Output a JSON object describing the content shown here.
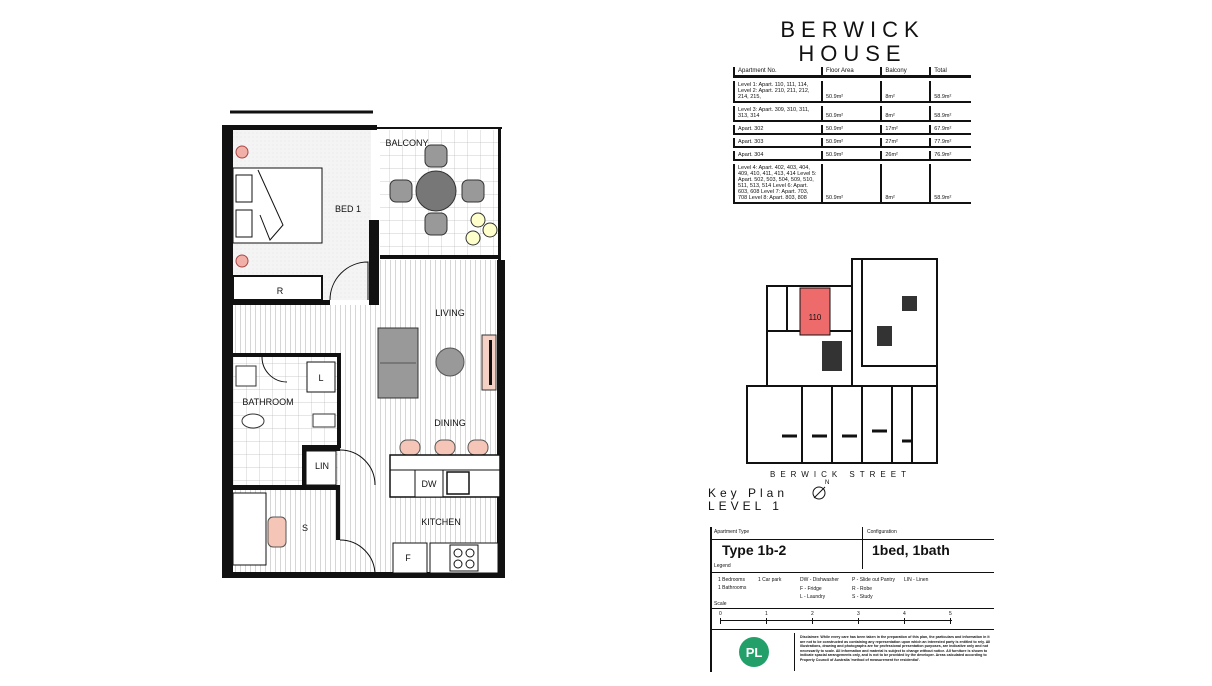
{
  "title": {
    "line1": "BERWICK",
    "line2": "HOUSE"
  },
  "area_table": {
    "headers": [
      "Apartment No.",
      "Floor Area",
      "Balcony",
      "Total"
    ],
    "rows": [
      {
        "apartments": "Level 1: Apart. 110, 111, 114, Level 2: Apart. 210, 211, 212, 214, 215,",
        "floor_area": "50.9m²",
        "balcony": "8m²",
        "total": "58.9m²"
      },
      {
        "apartments": "Level 3: Apart. 309, 310, 311, 313, 314",
        "floor_area": "50.9m²",
        "balcony": "8m²",
        "total": "58.9m²"
      },
      {
        "apartments": "Apart. 302",
        "floor_area": "50.9m²",
        "balcony": "17m²",
        "total": "67.9m²"
      },
      {
        "apartments": "Apart. 303",
        "floor_area": "50.9m²",
        "balcony": "27m²",
        "total": "77.9m²"
      },
      {
        "apartments": "Apart. 304",
        "floor_area": "50.9m²",
        "balcony": "26m²",
        "total": "76.9m²"
      },
      {
        "apartments": "Level 4: Apart. 402, 403, 404, 409, 410, 411, 413, 414 Level 5: Apart. 502, 503, 504, 509, 510, 511, 513, 514 Level 6: Apart. 603, 608 Level 7: Apart. 703, 708 Level 8: Apart. 803, 808",
        "floor_area": "50.9m²",
        "balcony": "8m²",
        "total": "58.9m²"
      }
    ]
  },
  "rooms": {
    "bed": "BED 1",
    "balcony": "BALCONY",
    "robe": "R",
    "living": "LIVING",
    "bathroom": "BATHROOM",
    "laundry": "L",
    "dining": "DINING",
    "linen": "LIN",
    "dishwasher": "DW",
    "study": "S",
    "kitchen": "KITCHEN",
    "fridge": "F"
  },
  "key_plan": {
    "unit": "110",
    "street": "BERWICK STREET",
    "label1": "Key Plan",
    "label2": "LEVEL 1",
    "north": "N",
    "highlight_color": "#ee6b6b"
  },
  "info": {
    "type_label": "Apartment Type",
    "type_value": "Type 1b-2",
    "config_label": "Configuration",
    "config_value": "1bed, 1bath",
    "legend_label": "Legend",
    "legend": [
      "1 Bedrooms",
      "1 Car park",
      "DW - Dishwasher",
      "P - Slide out Pantry",
      "LIN - Linen",
      "1 Bathrooms",
      "F - Fridge",
      "R - Robe",
      "L - Laundry",
      "S - Study"
    ],
    "scale_label": "Scale",
    "scale_ticks": [
      "0",
      "1",
      "2",
      "3",
      "4",
      "5"
    ],
    "logo": "PL",
    "disclaimer": "Disclaimer: While every care has been taken in the preparation of this plan, the particulars and information in it are not to be constructed as containing any representation upon which an interested party is entitled to rely. All illustrations, drawing and photographs are for professional presentation purposes, are indicative only and not necessarily to scale. All information and material is subject to change without notice. All furniture is shown to indicate spacial arrangements only, and is not to be provided by the developer. Areas calculated according to Property Council of Australia 'method of measurement for residential'."
  }
}
